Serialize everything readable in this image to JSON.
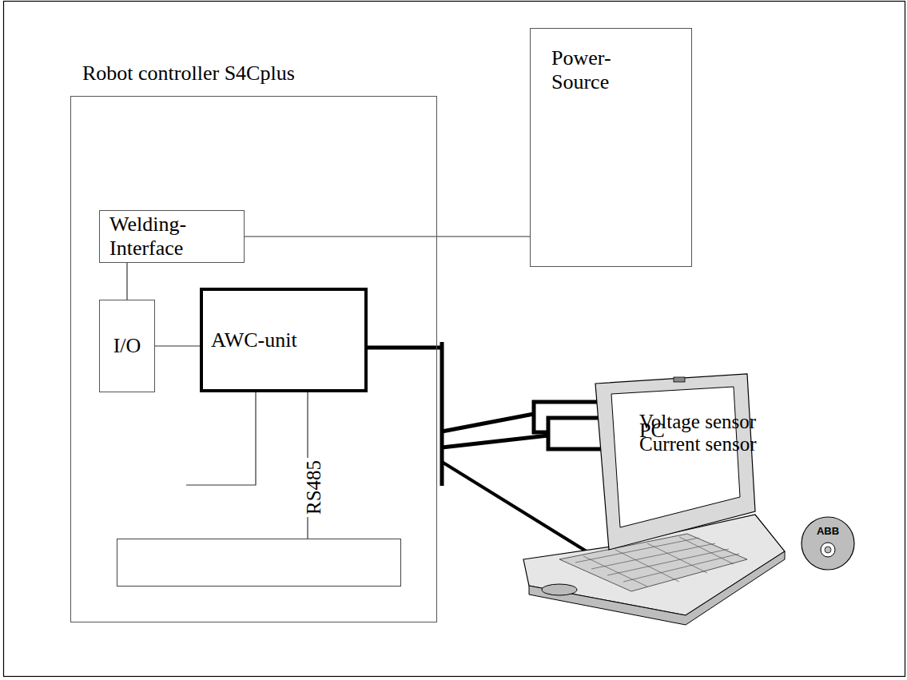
{
  "diagram": {
    "nodes": [
      {
        "text": [
          "Power- Source"
        ]
      },
      {
        "text": [
          "Robot controller S4Cplus"
        ]
      },
      {
        "text": [
          "Welding- Interface"
        ],
        "in": 1
      },
      {
        "text": [
          "I/O"
        ],
        "in": 1
      },
      {
        "text": [
          "AWC-unit"
        ],
        "in": 1
      }
    ],
    "edges": [
      {
        "from": 2,
        "to": 0,
        "arrow": "none"
      },
      {
        "from": 2,
        "to": 3,
        "arrow": "none"
      },
      {
        "from": 3,
        "to": 4,
        "arrow": "none"
      }
    ],
    "labels": [
      "RS485",
      "Voltage sensor",
      "Current sensor",
      "PC",
      "ABB"
    ]
  }
}
